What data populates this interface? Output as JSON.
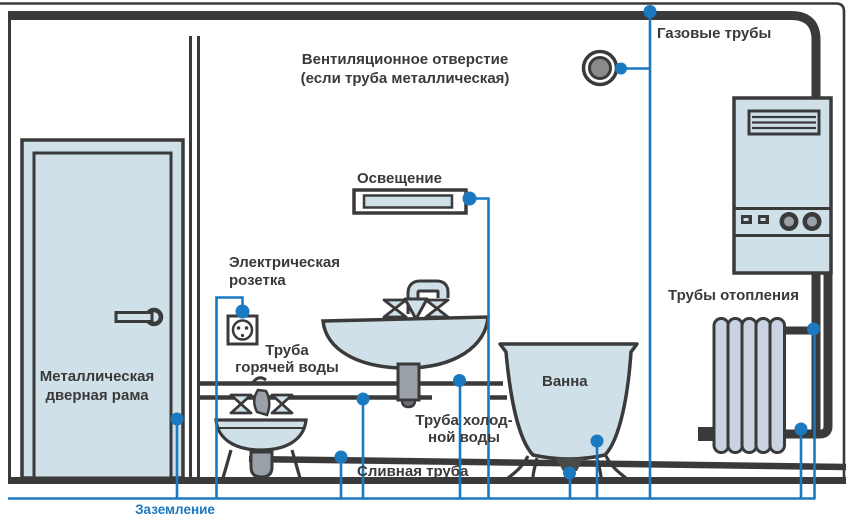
{
  "diagram": {
    "labels": {
      "ventilation_line1": "Вентиляционное отверстие",
      "ventilation_line2": "(если труба металлическая)",
      "gas_pipes": "Газовые трубы",
      "lighting": "Освещение",
      "outlet_line1": "Электрическая",
      "outlet_line2": "розетка",
      "door_line1": "Металлическая",
      "door_line2": "дверная рама",
      "hot_water_line1": "Труба",
      "hot_water_line2": "горячей воды",
      "cold_water_line1": "Труба холод-",
      "cold_water_line2": "ной воды",
      "drain_pipe": "Сливная труба",
      "bath": "Ванна",
      "heating_pipes": "Трубы отопления",
      "grounding": "Заземление"
    },
    "colors": {
      "grounding_blue": "#1b79c0",
      "outline_dark": "#3a3a3a",
      "fixture_fill": "#cfe0e8",
      "metal_gray": "#9aa0a8"
    }
  }
}
